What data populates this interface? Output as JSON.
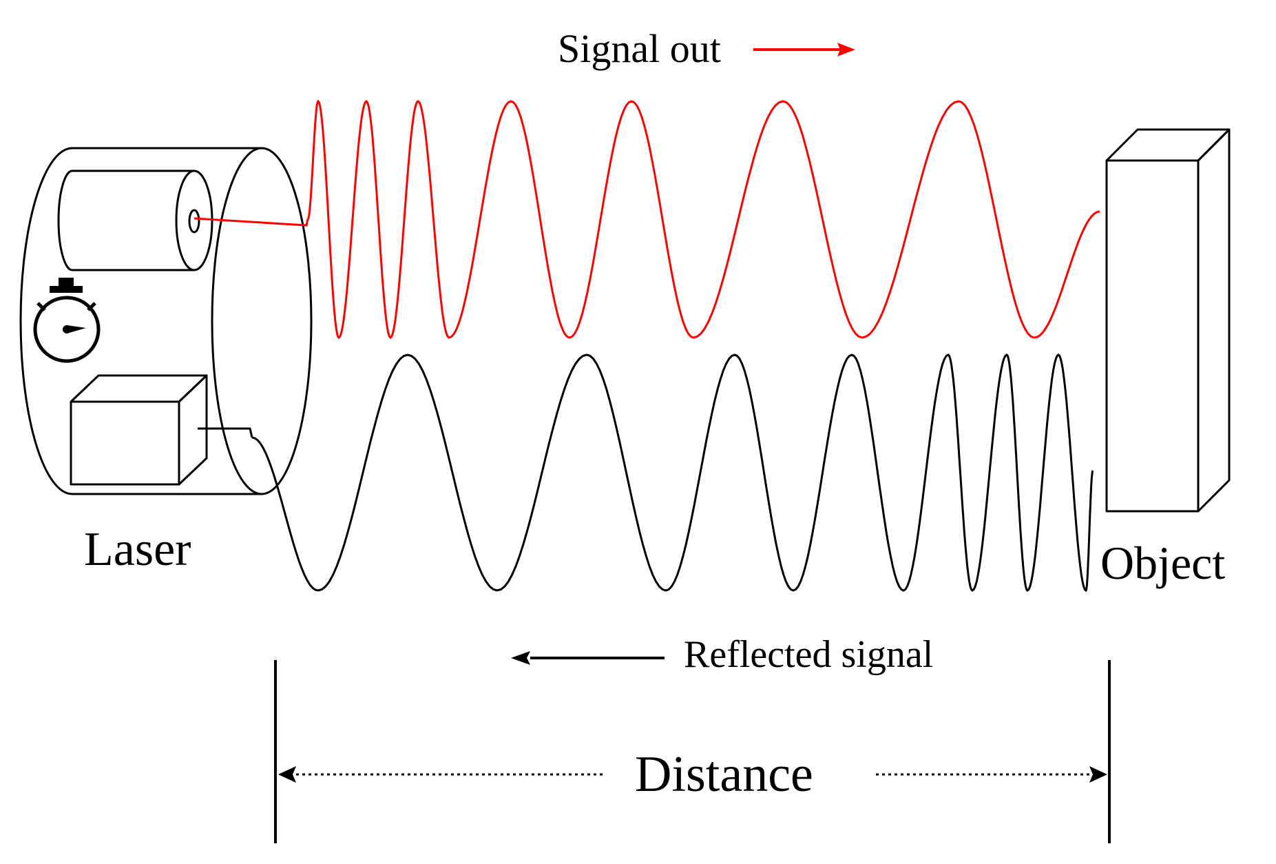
{
  "labels": {
    "signal_out": "Signal out",
    "laser": "Laser",
    "object": "Object",
    "reflected_signal": "Reflected signal",
    "distance": "Distance"
  },
  "colors": {
    "signal_out": "#ff0000",
    "reflected": "#000000",
    "stroke": "#000000",
    "background": "#ffffff"
  },
  "icons": {
    "stopwatch": "stopwatch-icon",
    "laser_emitter": "laser-emitter-cylinder",
    "receiver": "receiver-box",
    "object": "object-block"
  }
}
